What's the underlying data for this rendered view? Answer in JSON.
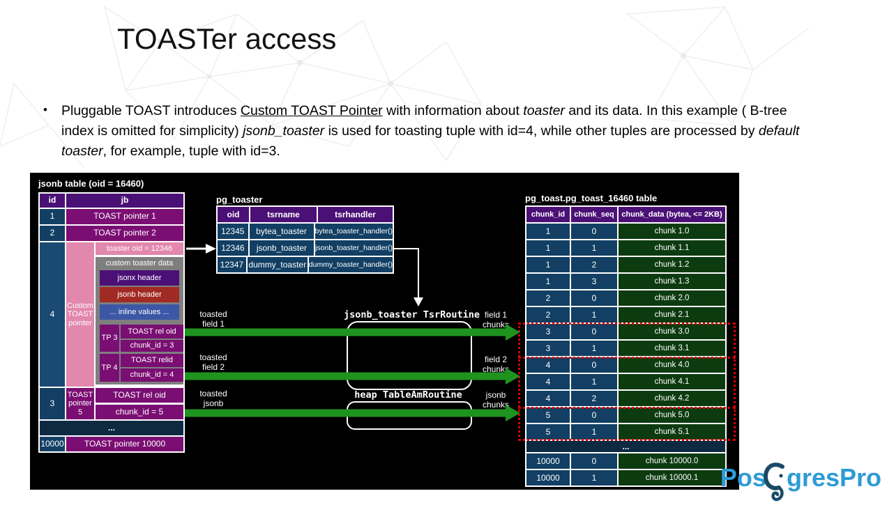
{
  "slide": {
    "title": "TOASTer access"
  },
  "bullet": {
    "marker": "•",
    "segments": [
      {
        "text": "Pluggable TOAST introduces  ",
        "style": "normal"
      },
      {
        "text": "Custom TOAST Pointer",
        "style": "underline"
      },
      {
        "text": " with information about ",
        "style": "normal"
      },
      {
        "text": "toaster",
        "style": "italic"
      },
      {
        "text": " and its data. In this example ( B-tree index is omitted for simplicity)  ",
        "style": "normal"
      },
      {
        "text": "jsonb_toaster",
        "style": "italic"
      },
      {
        "text": " is used for toasting tuple with id=4, while other tuples are processed by ",
        "style": "normal"
      },
      {
        "text": "default toaster",
        "style": "italic"
      },
      {
        "text": ", for example, tuple with id=3.",
        "style": "normal"
      }
    ]
  },
  "diagram": {
    "jsonb_table": {
      "caption": "jsonb table (oid = 16460)",
      "col_id": "id",
      "col_jb": "jb",
      "row1": {
        "id": "1",
        "jb": "TOAST pointer 1"
      },
      "row2": {
        "id": "2",
        "jb": "TOAST pointer 2"
      },
      "row4": {
        "id": "4",
        "pointer_label": "Custom TOAST pointer",
        "toaster_oid": "toaster oid = 12346",
        "custom_data_label": "custom toaster data",
        "jsonx_header": "jsonx header",
        "jsonb_header": "jsonb header",
        "inline_values": "... inline values ...",
        "tp3": {
          "label": "TP 3",
          "rel_oid": "TOAST rel oid",
          "chunk": "chunk_id = 3"
        },
        "tp4": {
          "label": "TP 4",
          "rel_oid": "TOAST relid",
          "chunk": "chunk_id = 4"
        }
      },
      "row3": {
        "id": "3",
        "pointer_label": "TOAST pointer 5",
        "rel_oid": "TOAST rel oid",
        "chunk": "chunk_id = 5"
      },
      "row_dots": "...",
      "row10000": {
        "id": "10000",
        "jb": "TOAST pointer 10000"
      }
    },
    "pg_toaster": {
      "caption": "pg_toaster",
      "headers": [
        "oid",
        "tsrname",
        "tsrhandler"
      ],
      "rows": [
        [
          "12345",
          "bytea_toaster",
          "bytea_toaster_handler()"
        ],
        [
          "12346",
          "jsonb_toaster",
          "jsonb_toaster_handler()"
        ],
        [
          "12347",
          "dummy_toaster",
          "dummy_toaster_handler()"
        ]
      ]
    },
    "flow": {
      "toasted_field1": "toasted field 1",
      "toasted_field2": "toasted field 2",
      "toasted_jsonb": "toasted jsonb",
      "field1_chunks": "field 1 chunks",
      "field2_chunks": "field 2 chunks",
      "jsonb_chunks": "jsonb chunks",
      "tsr_routine": "jsonb_toaster TsrRoutine",
      "table_am_routine": "heap TableAmRoutine"
    },
    "toast_table": {
      "caption": "pg_toast.pg_toast_16460 table",
      "headers": [
        "chunk_id",
        "chunk_seq",
        "chunk_data (bytea, <= 2KB)"
      ],
      "rows": [
        [
          "1",
          "0",
          "chunk 1.0"
        ],
        [
          "1",
          "1",
          "chunk 1.1"
        ],
        [
          "1",
          "2",
          "chunk 1.2"
        ],
        [
          "1",
          "3",
          "chunk 1.3"
        ],
        [
          "2",
          "0",
          "chunk 2.0"
        ],
        [
          "2",
          "1",
          "chunk 2.1"
        ],
        [
          "3",
          "0",
          "chunk 3.0"
        ],
        [
          "3",
          "1",
          "chunk 3.1"
        ],
        [
          "4",
          "0",
          "chunk 4.0"
        ],
        [
          "4",
          "1",
          "chunk 4.1"
        ],
        [
          "4",
          "2",
          "chunk 4.2"
        ],
        [
          "5",
          "0",
          "chunk 5.0"
        ],
        [
          "5",
          "1",
          "chunk 5.1"
        ]
      ],
      "dots": "...",
      "rows_bottom": [
        [
          "10000",
          "0",
          "chunk 10000.0"
        ],
        [
          "10000",
          "1",
          "chunk 10000.1"
        ]
      ]
    }
  },
  "logo": {
    "text_pre": "Pos",
    "text_post": "gresPro"
  },
  "colors": {
    "header_purple": "#4b1076",
    "pointer_magenta": "#7a0e72",
    "cell_navy": "#123f63",
    "pink": "#e287ad",
    "gray": "#7f7f7f",
    "red_header": "#a22a25",
    "inline_blue": "#3c57a5",
    "chunk_green": "#0d3b10",
    "arrow_green": "#1f9320",
    "highlight_red": "#dd0000",
    "logo_blue": "#2d9bd6",
    "logo_navy": "#1b4a66"
  }
}
